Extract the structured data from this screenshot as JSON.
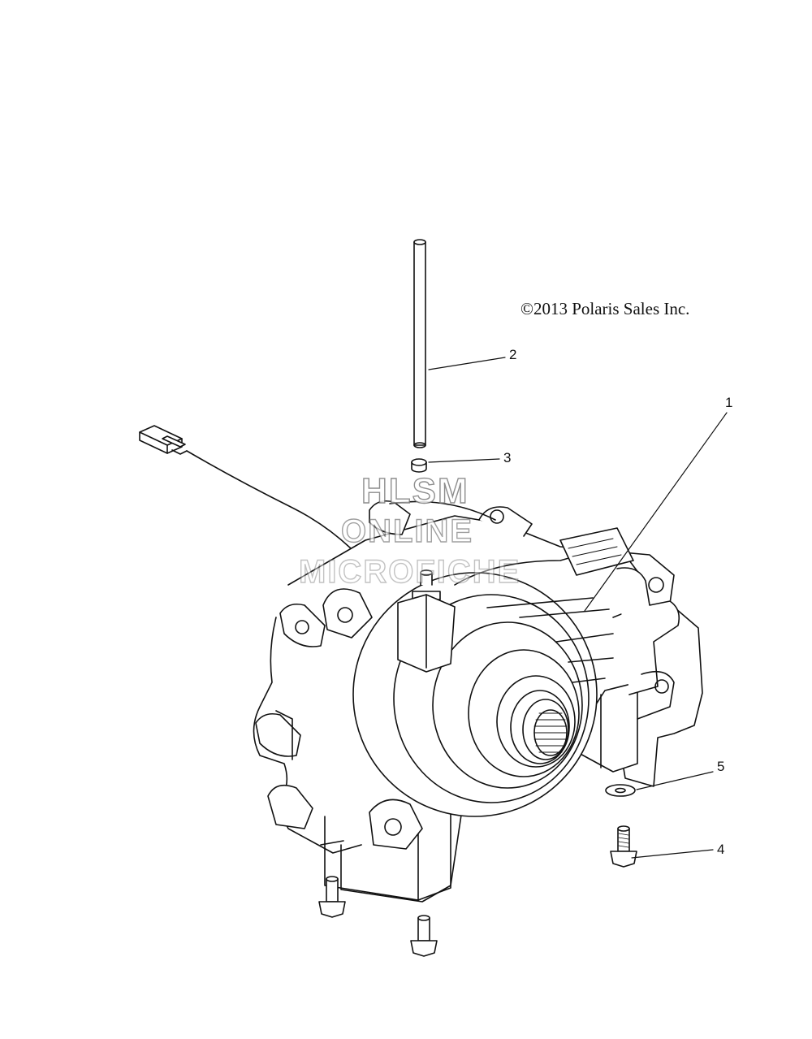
{
  "copyright": "©2013 Polaris Sales Inc.",
  "watermark": {
    "line1": "HLSM",
    "line2": "ONLINE",
    "line3": "MICROFICHE"
  },
  "callouts": {
    "c1": "1",
    "c2": "2",
    "c3": "3",
    "c4": "4",
    "c5": "5"
  },
  "colors": {
    "line": "#111111",
    "background": "#ffffff",
    "watermark_stroke": "#7a7a7a"
  }
}
